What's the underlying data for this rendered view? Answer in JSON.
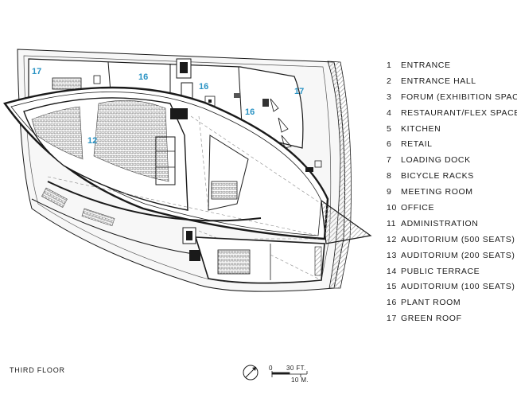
{
  "legend": [
    {
      "num": "1",
      "label": "ENTRANCE"
    },
    {
      "num": "2",
      "label": "ENTRANCE HALL"
    },
    {
      "num": "3",
      "label": "FORUM (EXHIBITION SPACE)"
    },
    {
      "num": "4",
      "label": "RESTAURANT/FLEX SPACE"
    },
    {
      "num": "5",
      "label": "KITCHEN"
    },
    {
      "num": "6",
      "label": "RETAIL"
    },
    {
      "num": "7",
      "label": "LOADING DOCK"
    },
    {
      "num": "8",
      "label": "BICYCLE RACKS"
    },
    {
      "num": "9",
      "label": "MEETING ROOM"
    },
    {
      "num": "10",
      "label": "OFFICE"
    },
    {
      "num": "11",
      "label": "ADMINISTRATION"
    },
    {
      "num": "12",
      "label": "AUDITORIUM (500 SEATS)"
    },
    {
      "num": "13",
      "label": "AUDITORIUM (200 SEATS)"
    },
    {
      "num": "14",
      "label": "PUBLIC TERRACE"
    },
    {
      "num": "15",
      "label": "AUDITORIUM (100 SEATS)"
    },
    {
      "num": "16",
      "label": "PLANT ROOM"
    },
    {
      "num": "17",
      "label": "GREEN ROOF"
    }
  ],
  "plan_labels": [
    "17",
    "16",
    "16",
    "17",
    "16",
    "12"
  ],
  "floor_label": "THIRD FLOOR",
  "scale": {
    "zero": "0",
    "ft": "30 FT.",
    "m": "10 M."
  },
  "colors": {
    "label_blue": "#2a93c4",
    "line": "#1a1a1a",
    "hatch": "#9a9a9a"
  }
}
